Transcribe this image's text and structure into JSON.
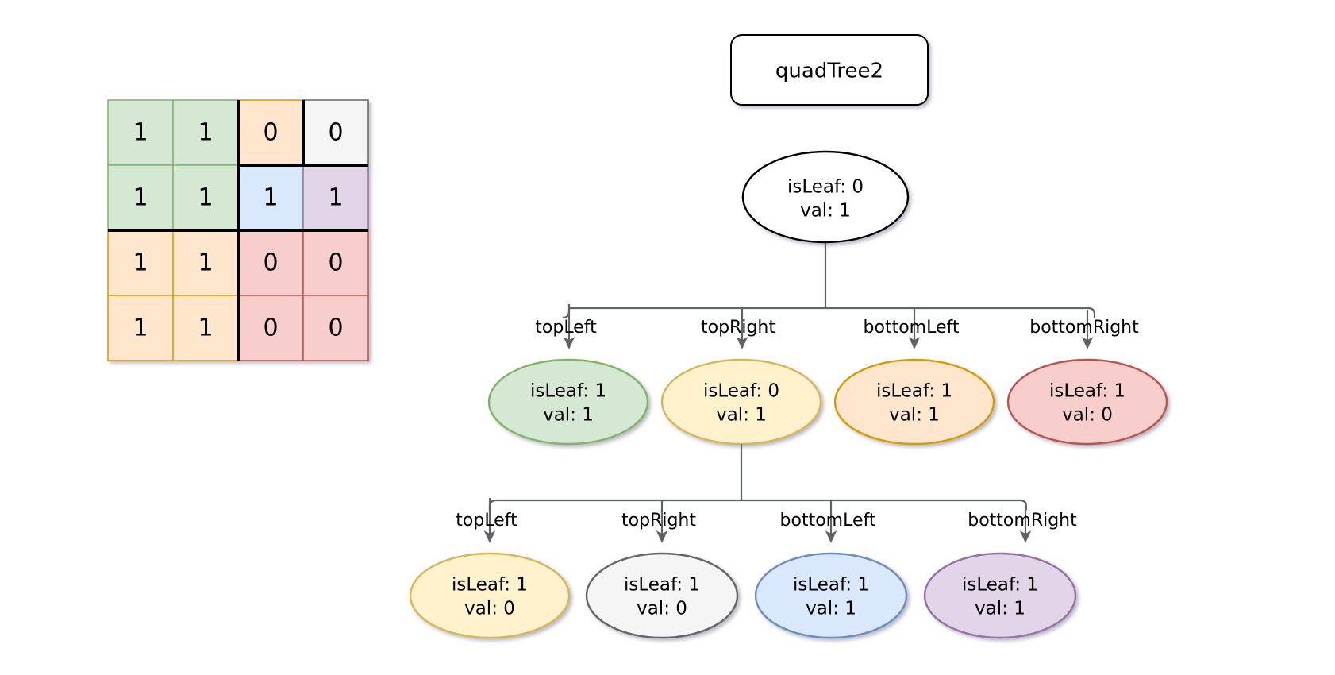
{
  "diagram": {
    "title_box": {
      "label": "quadTree2"
    },
    "grid": {
      "name": "binary-matrix-4x4",
      "rows": [
        [
          {
            "value": "1",
            "fill": "#d5e8d4",
            "stroke": "#82b366",
            "region": "topLeft"
          },
          {
            "value": "1",
            "fill": "#d5e8d4",
            "stroke": "#82b366",
            "region": "topLeft"
          },
          {
            "value": "0",
            "fill": "#ffe6cc",
            "stroke": "#d79b00",
            "region": "topRight-topLeft"
          },
          {
            "value": "0",
            "fill": "#f5f5f5",
            "stroke": "#666666",
            "region": "topRight-topRight"
          }
        ],
        [
          {
            "value": "1",
            "fill": "#d5e8d4",
            "stroke": "#82b366",
            "region": "topLeft"
          },
          {
            "value": "1",
            "fill": "#d5e8d4",
            "stroke": "#82b366",
            "region": "topLeft"
          },
          {
            "value": "1",
            "fill": "#dae8fc",
            "stroke": "#6c8ebf",
            "region": "topRight-bottomLeft"
          },
          {
            "value": "1",
            "fill": "#e1d5e7",
            "stroke": "#9673a6",
            "region": "topRight-bottomRight"
          }
        ],
        [
          {
            "value": "1",
            "fill": "#ffe6cc",
            "stroke": "#d79b00",
            "region": "bottomLeft"
          },
          {
            "value": "1",
            "fill": "#ffe6cc",
            "stroke": "#d79b00",
            "region": "bottomLeft"
          },
          {
            "value": "0",
            "fill": "#f8cecc",
            "stroke": "#b85450",
            "region": "bottomRight"
          },
          {
            "value": "0",
            "fill": "#f8cecc",
            "stroke": "#b85450",
            "region": "bottomRight"
          }
        ],
        [
          {
            "value": "1",
            "fill": "#ffe6cc",
            "stroke": "#d79b00",
            "region": "bottomLeft"
          },
          {
            "value": "1",
            "fill": "#ffe6cc",
            "stroke": "#d79b00",
            "region": "bottomLeft"
          },
          {
            "value": "0",
            "fill": "#f8cecc",
            "stroke": "#b85450",
            "region": "bottomRight"
          },
          {
            "value": "0",
            "fill": "#f8cecc",
            "stroke": "#b85450",
            "region": "bottomRight"
          }
        ]
      ]
    },
    "root": {
      "line1": "isLeaf: 0",
      "line2": "val: 1",
      "fill": "#ffffff",
      "stroke": "#000000"
    },
    "level1_labels": [
      "topLeft",
      "topRight",
      "bottomLeft",
      "bottomRight"
    ],
    "level1_nodes": [
      {
        "line1": "isLeaf: 1",
        "line2": "val: 1",
        "fill": "#d5e8d4",
        "stroke": "#82b366"
      },
      {
        "line1": "isLeaf: 0",
        "line2": "val: 1",
        "fill": "#fff2cc",
        "stroke": "#d6b656"
      },
      {
        "line1": "isLeaf: 1",
        "line2": "val: 1",
        "fill": "#ffe6cc",
        "stroke": "#d79b00"
      },
      {
        "line1": "isLeaf: 1",
        "line2": "val: 0",
        "fill": "#f8cecc",
        "stroke": "#b85450"
      }
    ],
    "level2_labels": [
      "topLeft",
      "topRight",
      "bottomLeft",
      "bottomRight"
    ],
    "level2_nodes": [
      {
        "line1": "isLeaf: 1",
        "line2": "val: 0",
        "fill": "#fff2cc",
        "stroke": "#d6b656"
      },
      {
        "line1": "isLeaf: 1",
        "line2": "val: 0",
        "fill": "#f5f5f5",
        "stroke": "#666666"
      },
      {
        "line1": "isLeaf: 1",
        "line2": "val: 1",
        "fill": "#dae8fc",
        "stroke": "#6c8ebf"
      },
      {
        "line1": "isLeaf: 1",
        "line2": "val: 1",
        "fill": "#e1d5e7",
        "stroke": "#9673a6"
      }
    ],
    "colors": {
      "connector": "#5f6368",
      "background": "#ffffff",
      "grid_major_line": "#000000"
    }
  }
}
